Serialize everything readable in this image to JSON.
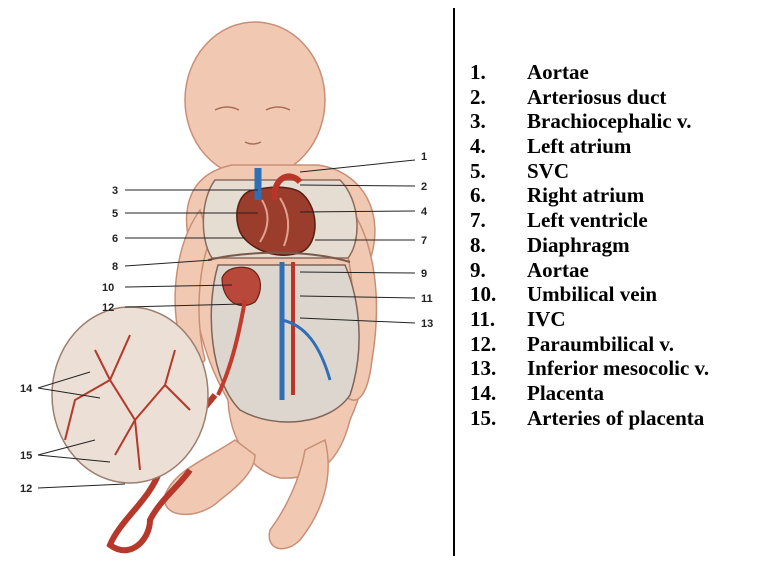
{
  "figure": {
    "callouts": [
      "1",
      "2",
      "3",
      "4",
      "5",
      "6",
      "7",
      "8",
      "9",
      "10",
      "11",
      "12",
      "13",
      "14",
      "15",
      "12"
    ]
  },
  "legend": {
    "items": [
      {
        "number": "1.",
        "label": "Aortae"
      },
      {
        "number": "2.",
        "label": "Arteriosus duct"
      },
      {
        "number": "3.",
        "label": "Brachiocephalic v."
      },
      {
        "number": "4.",
        "label": "Left atrium"
      },
      {
        "number": "5.",
        "label": "SVC"
      },
      {
        "number": "6.",
        "label": "Right atrium"
      },
      {
        "number": "7.",
        "label": "Left ventricle"
      },
      {
        "number": "8.",
        "label": "Diaphragm"
      },
      {
        "number": "9.",
        "label": "Aortae"
      },
      {
        "number": "10.",
        "label": "Umbilical vein"
      },
      {
        "number": "11.",
        "label": "IVC"
      },
      {
        "number": "12.",
        "label": "Paraumbilical v."
      },
      {
        "number": "13.",
        "label": "Inferior mesocolic v."
      },
      {
        "number": "14.",
        "label": "Placenta"
      },
      {
        "number": "15.",
        "label": "Arteries of placenta"
      }
    ]
  }
}
